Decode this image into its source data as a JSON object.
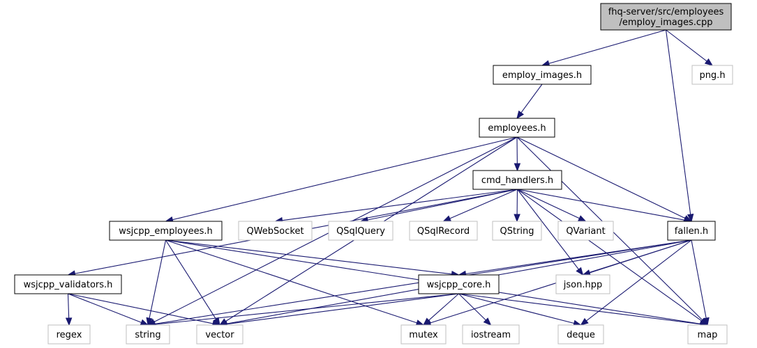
{
  "graph": {
    "nodes": [
      {
        "id": "root",
        "lines": [
          "fhq-server/src/employees",
          "/employ_images.cpp"
        ],
        "style": "root"
      },
      {
        "id": "employ_images_h",
        "lines": [
          "employ_images.h"
        ],
        "style": "doc"
      },
      {
        "id": "png_h",
        "lines": [
          "png.h"
        ],
        "style": "ext"
      },
      {
        "id": "employees_h",
        "lines": [
          "employees.h"
        ],
        "style": "doc"
      },
      {
        "id": "cmd_handlers_h",
        "lines": [
          "cmd_handlers.h"
        ],
        "style": "doc"
      },
      {
        "id": "wsjcpp_employees_h",
        "lines": [
          "wsjcpp_employees.h"
        ],
        "style": "doc"
      },
      {
        "id": "QWebSocket",
        "lines": [
          "QWebSocket"
        ],
        "style": "ext"
      },
      {
        "id": "QSqlQuery",
        "lines": [
          "QSqlQuery"
        ],
        "style": "ext"
      },
      {
        "id": "QSqlRecord",
        "lines": [
          "QSqlRecord"
        ],
        "style": "ext"
      },
      {
        "id": "QString",
        "lines": [
          "QString"
        ],
        "style": "ext"
      },
      {
        "id": "QVariant",
        "lines": [
          "QVariant"
        ],
        "style": "ext"
      },
      {
        "id": "fallen_h",
        "lines": [
          "fallen.h"
        ],
        "style": "doc"
      },
      {
        "id": "wsjcpp_validators_h",
        "lines": [
          "wsjcpp_validators.h"
        ],
        "style": "doc"
      },
      {
        "id": "wsjcpp_core_h",
        "lines": [
          "wsjcpp_core.h"
        ],
        "style": "doc"
      },
      {
        "id": "json_hpp",
        "lines": [
          "json.hpp"
        ],
        "style": "ext"
      },
      {
        "id": "regex",
        "lines": [
          "regex"
        ],
        "style": "ext"
      },
      {
        "id": "string",
        "lines": [
          "string"
        ],
        "style": "ext"
      },
      {
        "id": "vector",
        "lines": [
          "vector"
        ],
        "style": "ext"
      },
      {
        "id": "mutex",
        "lines": [
          "mutex"
        ],
        "style": "ext"
      },
      {
        "id": "iostream",
        "lines": [
          "iostream"
        ],
        "style": "ext"
      },
      {
        "id": "deque",
        "lines": [
          "deque"
        ],
        "style": "ext"
      },
      {
        "id": "map",
        "lines": [
          "map"
        ],
        "style": "ext"
      }
    ],
    "edges": [
      [
        "root",
        "employ_images_h"
      ],
      [
        "root",
        "png_h"
      ],
      [
        "root",
        "fallen_h"
      ],
      [
        "employ_images_h",
        "employees_h"
      ],
      [
        "employees_h",
        "cmd_handlers_h"
      ],
      [
        "employees_h",
        "wsjcpp_employees_h"
      ],
      [
        "employees_h",
        "fallen_h"
      ],
      [
        "employees_h",
        "string"
      ],
      [
        "employees_h",
        "vector"
      ],
      [
        "employees_h",
        "map"
      ],
      [
        "cmd_handlers_h",
        "QWebSocket"
      ],
      [
        "cmd_handlers_h",
        "QSqlQuery"
      ],
      [
        "cmd_handlers_h",
        "QSqlRecord"
      ],
      [
        "cmd_handlers_h",
        "QString"
      ],
      [
        "cmd_handlers_h",
        "QVariant"
      ],
      [
        "cmd_handlers_h",
        "fallen_h"
      ],
      [
        "cmd_handlers_h",
        "wsjcpp_validators_h"
      ],
      [
        "cmd_handlers_h",
        "json_hpp"
      ],
      [
        "cmd_handlers_h",
        "map"
      ],
      [
        "wsjcpp_employees_h",
        "string"
      ],
      [
        "wsjcpp_employees_h",
        "vector"
      ],
      [
        "wsjcpp_employees_h",
        "mutex"
      ],
      [
        "wsjcpp_employees_h",
        "wsjcpp_core_h"
      ],
      [
        "wsjcpp_employees_h",
        "map"
      ],
      [
        "fallen_h",
        "wsjcpp_core_h"
      ],
      [
        "fallen_h",
        "json_hpp"
      ],
      [
        "fallen_h",
        "string"
      ],
      [
        "fallen_h",
        "vector"
      ],
      [
        "fallen_h",
        "mutex"
      ],
      [
        "fallen_h",
        "deque"
      ],
      [
        "fallen_h",
        "map"
      ],
      [
        "wsjcpp_validators_h",
        "regex"
      ],
      [
        "wsjcpp_validators_h",
        "string"
      ],
      [
        "wsjcpp_validators_h",
        "vector"
      ],
      [
        "wsjcpp_core_h",
        "string"
      ],
      [
        "wsjcpp_core_h",
        "vector"
      ],
      [
        "wsjcpp_core_h",
        "mutex"
      ],
      [
        "wsjcpp_core_h",
        "iostream"
      ],
      [
        "wsjcpp_core_h",
        "deque"
      ],
      [
        "wsjcpp_core_h",
        "map"
      ]
    ]
  },
  "colors": {
    "edge": "#191970",
    "root_fill": "#bfbfbf",
    "root_border": "#000000",
    "doc_border": "#000000",
    "ext_border": "#bfbfbf",
    "text": "#000000"
  }
}
